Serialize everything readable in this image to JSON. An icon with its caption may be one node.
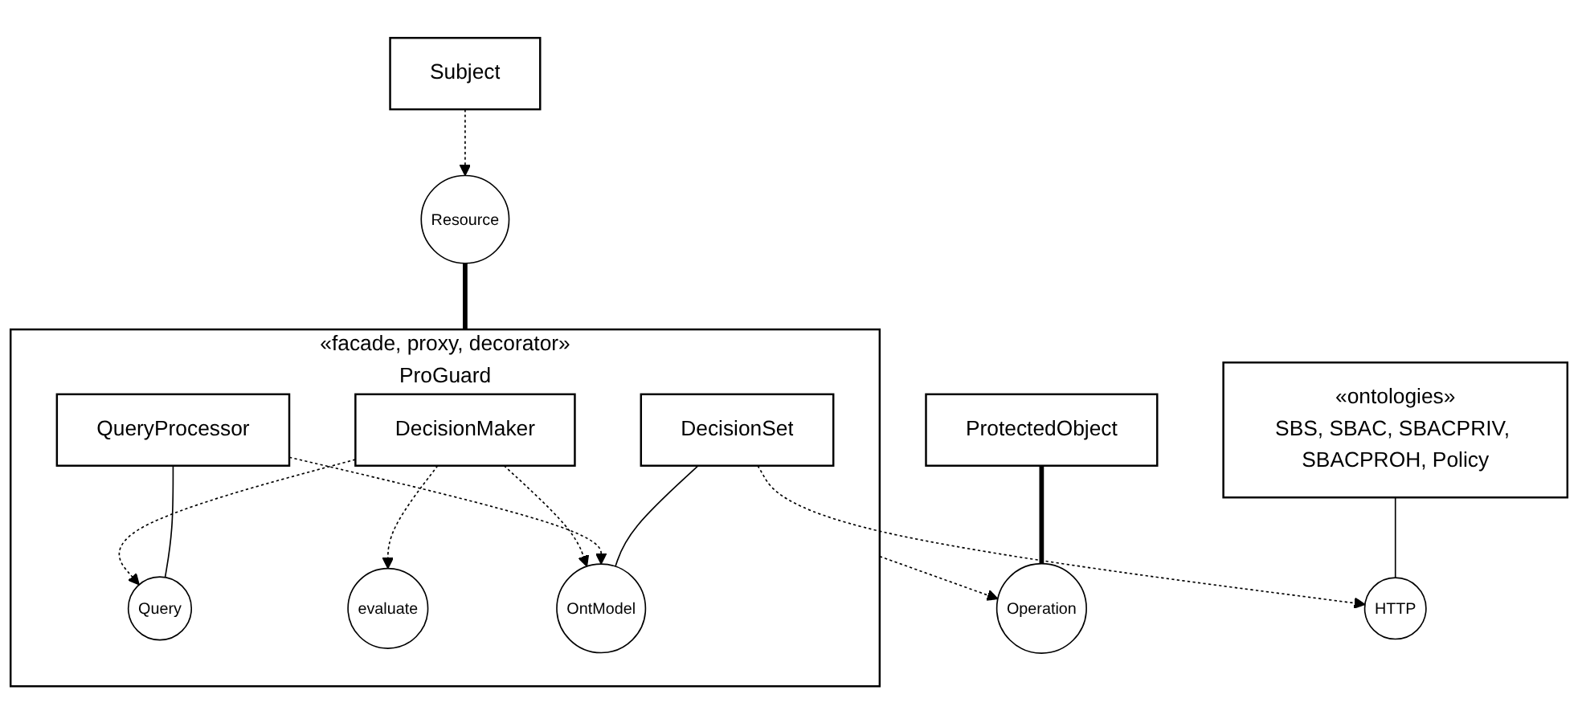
{
  "diagram": {
    "nodes": [
      {
        "text": [
          "Subject"
        ]
      },
      {
        "text": [
          "«facade, proxy, decorator»",
          "ProGuard"
        ]
      },
      {
        "text": [
          "DecisionMaker"
        ],
        "in": 1
      },
      {
        "text": [
          "Query"
        ],
        "in": 1
      },
      {
        "text": [
          "evaluate"
        ],
        "in": 1
      },
      {
        "text": [
          "QueryProcessor"
        ],
        "in": 1
      },
      {
        "text": [
          "OntModel"
        ],
        "in": 1
      },
      {
        "text": [
          "DecisionSet"
        ],
        "in": 1
      },
      {
        "text": [
          "ProtectedObject"
        ]
      },
      {
        "text": [
          "Resource"
        ]
      },
      {
        "text": [
          "Operation"
        ]
      },
      {
        "text": [
          "«ontologies»",
          "SBS, SBAC, SBACPRIV, SBACPROH, Policy"
        ]
      },
      {
        "text": [
          "HTTP"
        ]
      }
    ],
    "edges": [
      {
        "from": 0,
        "to": 9,
        "arrow": "to",
        "style": "dashed"
      },
      {
        "from": 9,
        "to": 1,
        "arrow": "none",
        "style": "thick"
      },
      {
        "from": 2,
        "to": 3,
        "arrow": "to",
        "style": "dashed"
      },
      {
        "from": 2,
        "to": 6,
        "arrow": "to",
        "style": "dashed"
      },
      {
        "from": 2,
        "to": 4,
        "arrow": "to",
        "style": "dashed"
      },
      {
        "from": 5,
        "to": 3,
        "arrow": "none"
      },
      {
        "from": 5,
        "to": 6,
        "arrow": "to",
        "style": "dashed"
      },
      {
        "from": 7,
        "to": 6,
        "arrow": "none"
      },
      {
        "from": 1,
        "to": 10,
        "arrow": "to",
        "style": "dashed"
      },
      {
        "from": 8,
        "to": 10,
        "arrow": "none",
        "style": "thick"
      },
      {
        "from": 7,
        "to": 12,
        "arrow": "to",
        "style": "dashed"
      },
      {
        "from": 11,
        "to": 12,
        "arrow": "none"
      }
    ]
  }
}
